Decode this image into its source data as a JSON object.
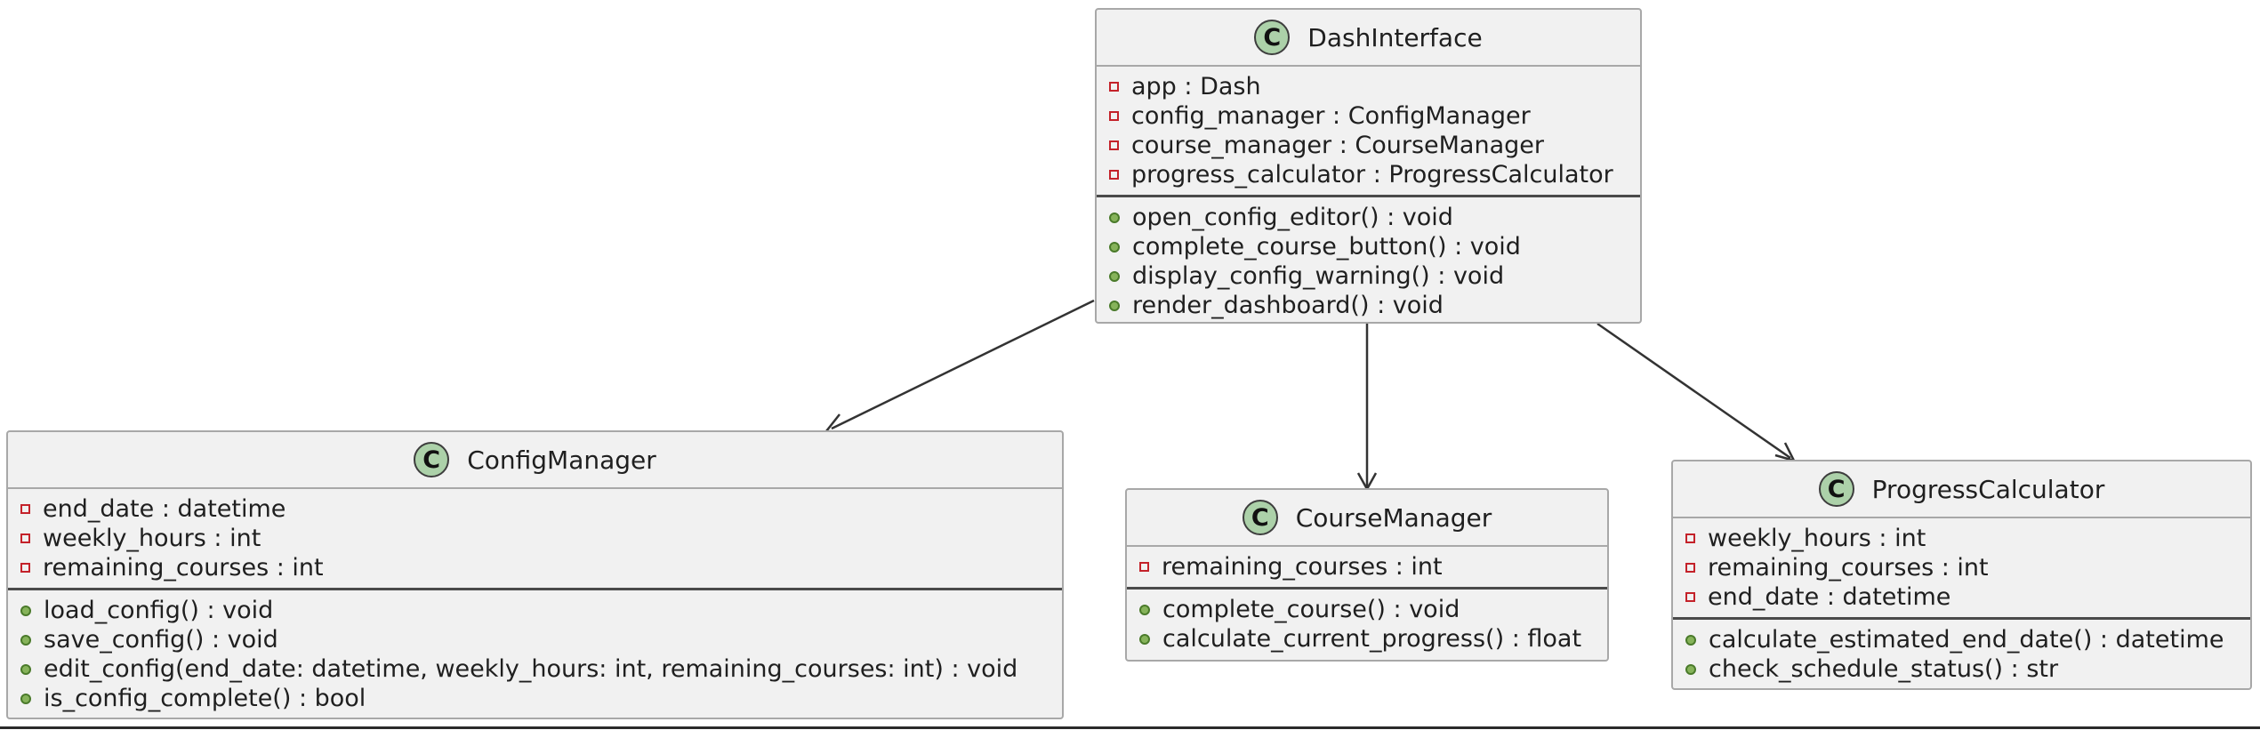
{
  "classes": [
    {
      "id": "dashinterface",
      "name": "DashInterface",
      "stereotype_icon": "C",
      "attributes": [
        {
          "visibility": "private",
          "text": "app : Dash"
        },
        {
          "visibility": "private",
          "text": "config_manager : ConfigManager"
        },
        {
          "visibility": "private",
          "text": "course_manager : CourseManager"
        },
        {
          "visibility": "private",
          "text": "progress_calculator : ProgressCalculator"
        }
      ],
      "methods": [
        {
          "visibility": "public",
          "text": "open_config_editor() : void"
        },
        {
          "visibility": "public",
          "text": "complete_course_button() : void"
        },
        {
          "visibility": "public",
          "text": "display_config_warning() : void"
        },
        {
          "visibility": "public",
          "text": "render_dashboard() : void"
        }
      ]
    },
    {
      "id": "configmanager",
      "name": "ConfigManager",
      "stereotype_icon": "C",
      "attributes": [
        {
          "visibility": "private",
          "text": "end_date : datetime"
        },
        {
          "visibility": "private",
          "text": "weekly_hours : int"
        },
        {
          "visibility": "private",
          "text": "remaining_courses : int"
        }
      ],
      "methods": [
        {
          "visibility": "public",
          "text": "load_config() : void"
        },
        {
          "visibility": "public",
          "text": "save_config() : void"
        },
        {
          "visibility": "public",
          "text": "edit_config(end_date: datetime, weekly_hours: int, remaining_courses: int) : void"
        },
        {
          "visibility": "public",
          "text": "is_config_complete() : bool"
        }
      ]
    },
    {
      "id": "coursemanager",
      "name": "CourseManager",
      "stereotype_icon": "C",
      "attributes": [
        {
          "visibility": "private",
          "text": "remaining_courses : int"
        }
      ],
      "methods": [
        {
          "visibility": "public",
          "text": "complete_course() : void"
        },
        {
          "visibility": "public",
          "text": "calculate_current_progress() : float"
        }
      ]
    },
    {
      "id": "progresscalculator",
      "name": "ProgressCalculator",
      "stereotype_icon": "C",
      "attributes": [
        {
          "visibility": "private",
          "text": "weekly_hours : int"
        },
        {
          "visibility": "private",
          "text": "remaining_courses : int"
        },
        {
          "visibility": "private",
          "text": "end_date : datetime"
        }
      ],
      "methods": [
        {
          "visibility": "public",
          "text": "calculate_estimated_end_date() : datetime"
        },
        {
          "visibility": "public",
          "text": "check_schedule_status() : str"
        }
      ]
    }
  ],
  "associations": [
    {
      "from": "DashInterface",
      "to": "ConfigManager",
      "arrow": "open"
    },
    {
      "from": "DashInterface",
      "to": "CourseManager",
      "arrow": "open"
    },
    {
      "from": "DashInterface",
      "to": "ProgressCalculator",
      "arrow": "open"
    }
  ],
  "colors": {
    "box_fill": "#f1f1f1",
    "box_border": "#a8a8a8",
    "class_icon_fill": "#acd1a9",
    "private_marker": "#c4222a",
    "public_marker": "#86b35a",
    "edge": "#333333"
  }
}
